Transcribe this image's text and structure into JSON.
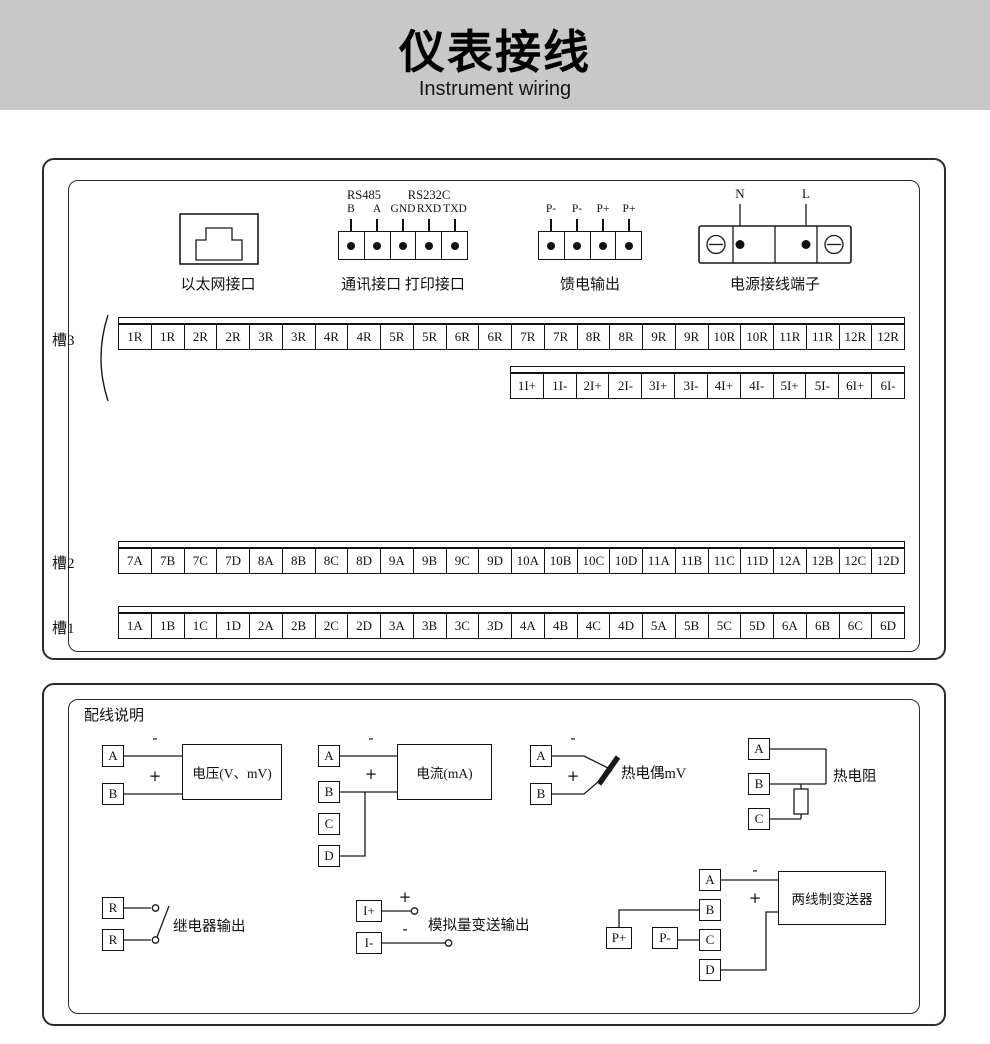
{
  "theme": {
    "header_bg": "#c8c8c8",
    "line_color": "#1a1a1a"
  },
  "header": {
    "title": "仪表接线",
    "subtitle": "Instrument wiring"
  },
  "top_panel": {
    "ethernet": {
      "label": "以太网接口"
    },
    "comm": {
      "bus_labels": [
        "RS485",
        "RS232C"
      ],
      "pins": [
        "B",
        "A",
        "GND",
        "RXD",
        "TXD"
      ],
      "label": "通讯接口 打印接口"
    },
    "feed": {
      "pins": [
        "P-",
        "P-",
        "P+",
        "P+"
      ],
      "label": "馈电输出"
    },
    "power": {
      "pins": [
        "N",
        "L"
      ],
      "label": "电源接线端子"
    }
  },
  "slots": {
    "slot3": {
      "label": "槽3",
      "relay_row": [
        "1R",
        "1R",
        "2R",
        "2R",
        "3R",
        "3R",
        "4R",
        "4R",
        "5R",
        "5R",
        "6R",
        "6R",
        "7R",
        "7R",
        "8R",
        "8R",
        "9R",
        "9R",
        "10R",
        "10R",
        "11R",
        "11R",
        "12R",
        "12R"
      ],
      "current_row": [
        "1I+",
        "1I-",
        "2I+",
        "2I-",
        "3I+",
        "3I-",
        "4I+",
        "4I-",
        "5I+",
        "5I-",
        "6I+",
        "6I-"
      ]
    },
    "slot2": {
      "label": "槽2",
      "row": [
        "7A",
        "7B",
        "7C",
        "7D",
        "8A",
        "8B",
        "8C",
        "8D",
        "9A",
        "9B",
        "9C",
        "9D",
        "10A",
        "10B",
        "10C",
        "10D",
        "11A",
        "11B",
        "11C",
        "11D",
        "12A",
        "12B",
        "12C",
        "12D"
      ]
    },
    "slot1": {
      "label": "槽1",
      "row": [
        "1A",
        "1B",
        "1C",
        "1D",
        "2A",
        "2B",
        "2C",
        "2D",
        "3A",
        "3B",
        "3C",
        "3D",
        "4A",
        "4B",
        "4C",
        "4D",
        "5A",
        "5B",
        "5C",
        "5D",
        "6A",
        "6B",
        "6C",
        "6D"
      ]
    }
  },
  "wiring": {
    "title": "配线说明",
    "voltage": {
      "terminals": [
        "A",
        "B"
      ],
      "box": "电压(V、mV)",
      "minus": "-",
      "plus": "+"
    },
    "current": {
      "terminals": [
        "A",
        "B",
        "C",
        "D"
      ],
      "box": "电流(mA)",
      "minus": "-",
      "plus": "+"
    },
    "thermocouple": {
      "terminals": [
        "A",
        "B"
      ],
      "label": "热电偶mV",
      "minus": "-",
      "plus": "+"
    },
    "rtd": {
      "terminals": [
        "A",
        "B",
        "C"
      ],
      "label": "热电阻"
    },
    "relay": {
      "terminals": [
        "R",
        "R"
      ],
      "label": "继电器输出"
    },
    "analog": {
      "terminals": [
        "I+",
        "I-"
      ],
      "label": "模拟量变送输出",
      "plus": "+",
      "minus": "-"
    },
    "transmitter": {
      "power_terminals": [
        "P+",
        "P-"
      ],
      "terminals": [
        "A",
        "B",
        "C",
        "D"
      ],
      "box": "两线制变送器",
      "minus": "-",
      "plus": "+"
    }
  }
}
